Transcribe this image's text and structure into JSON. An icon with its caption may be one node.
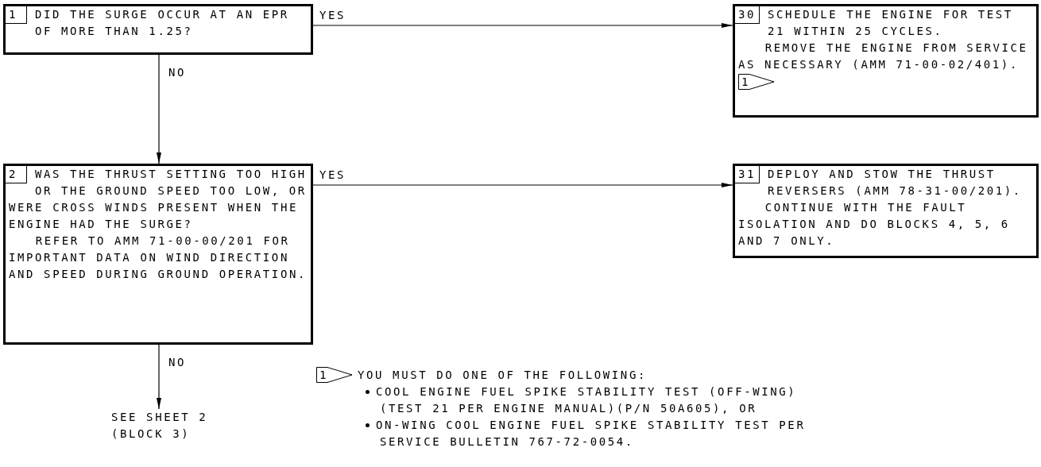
{
  "diagram": {
    "nodes": [
      {
        "text": [
          "1",
          "DID THE SURGE OCCUR AT AN EPR OF MORE THAN 1.25?"
        ]
      },
      {
        "text": [
          "30",
          "SCHEDULE THE ENGINE FOR TEST 21 WITHIN 25 CYCLES.",
          "REMOVE THE ENGINE FROM SERVICE AS NECESSARY (AMM 71-00-02/401)."
        ]
      },
      {
        "text": [
          "1"
        ],
        "in": 1
      },
      {
        "text": [
          "2",
          "WAS THE THRUST SETTING TOO HIGH OR THE GROUND SPEED TOO LOW, OR WERE CROSS WINDS PRESENT WHEN THE ENGINE HAD THE SURGE?",
          "REFER TO AMM 71-00-00/201 FOR IMPORTANT DATA ON WIND DIRECTION AND SPEED DURING GROUND OPERATION."
        ]
      },
      {
        "text": [
          "31",
          "DEPLOY AND STOW THE THRUST REVERSERS (AMM 78-31-00/201).",
          "CONTINUE WITH THE FAULT ISOLATION AND DO BLOCKS 4, 5, 6 AND 7 ONLY."
        ]
      },
      {
        "text": [
          "SEE SHEET 2 (BLOCK 3)"
        ]
      },
      {
        "text": [
          "1"
        ],
        "beside": [
          "YOU MUST DO ONE OF THE FOLLOWING:",
          "COOL ENGINE FUEL SPIKE STABILITY TEST (OFF-WING)(TEST 21 PER ENGINE MANUAL)(P/N 50A605), OR",
          "ON-WING COOL ENGINE FUEL SPIKE STABILITY TEST PER SERVICE BULLETIN 767-72-0054."
        ]
      }
    ],
    "edges": [
      {
        "from": 0,
        "to": 1,
        "arrow": "to",
        "label": "YES"
      },
      {
        "from": 0,
        "to": 3,
        "arrow": "to",
        "label": "NO"
      },
      {
        "from": 3,
        "to": 4,
        "arrow": "to",
        "label": "YES"
      },
      {
        "from": 3,
        "to": 5,
        "arrow": "to",
        "label": "NO"
      }
    ]
  }
}
